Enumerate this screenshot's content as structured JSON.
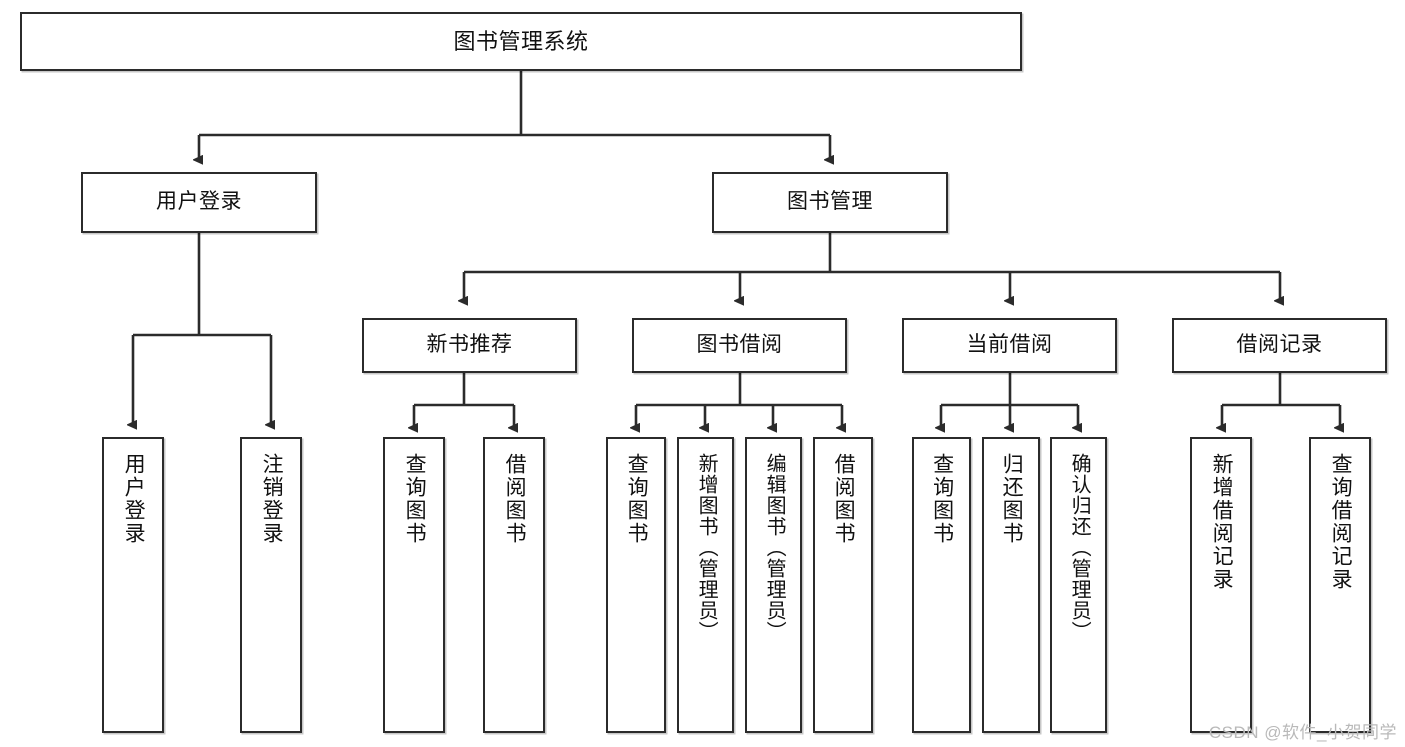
{
  "diagram": {
    "title": "图书管理系统",
    "type": "tree-hierarchy-chart",
    "watermark": "CSDN @软件_小贺同学",
    "colors": {
      "box_border": "#2b2b2b",
      "box_fill": "#ffffff",
      "edge": "#2b2b2b",
      "text": "#111111",
      "watermark": "#b9b9b9"
    },
    "root": {
      "label": "图书管理系统"
    },
    "level2": [
      {
        "label": "用户登录"
      },
      {
        "label": "图书管理"
      }
    ],
    "level3": [
      {
        "label": "新书推荐"
      },
      {
        "label": "图书借阅"
      },
      {
        "label": "当前借阅"
      },
      {
        "label": "借阅记录"
      }
    ],
    "leaves": {
      "user_login": [
        {
          "label": "用户登录"
        },
        {
          "label": "注销登录"
        }
      ],
      "new_book_recommend": [
        {
          "label": "查询图书"
        },
        {
          "label": "借阅图书"
        }
      ],
      "book_borrow": [
        {
          "label": "查询图书"
        },
        {
          "label": "新增图书（管理员）"
        },
        {
          "label": "编辑图书（管理员）"
        },
        {
          "label": "借阅图书"
        }
      ],
      "current_borrow": [
        {
          "label": "查询图书"
        },
        {
          "label": "归还图书"
        },
        {
          "label": "确认归还（管理员）"
        }
      ],
      "borrow_record": [
        {
          "label": "新增借阅记录"
        },
        {
          "label": "查询借阅记录"
        }
      ]
    }
  }
}
